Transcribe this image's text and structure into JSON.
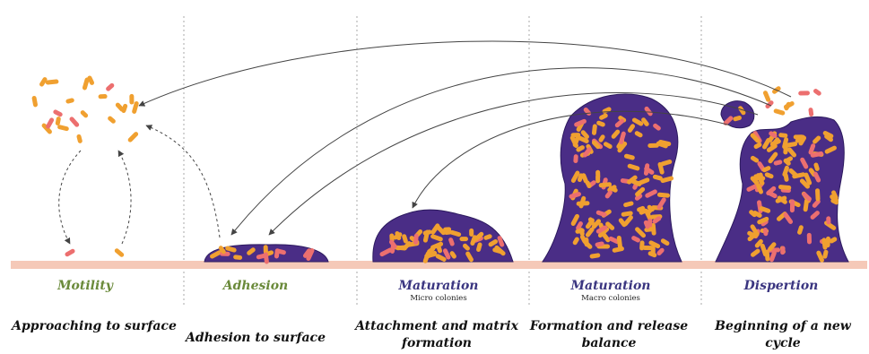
{
  "stages": [
    {
      "title": "Motility",
      "subtitle": "",
      "color": "#6a8a3a",
      "caption": "Approaching to surface"
    },
    {
      "title": "Adhesion",
      "subtitle": "",
      "color": "#6a8a3a",
      "caption": "Adhesion to surface"
    },
    {
      "title": "Maturation",
      "subtitle": "Micro colonies",
      "color": "#3a3580",
      "caption": "Attachment and matrix formation"
    },
    {
      "title": "Maturation",
      "subtitle": "Macro colonies",
      "color": "#3a3580",
      "caption": "Formation and release balance"
    },
    {
      "title": "Dispertion",
      "subtitle": "",
      "color": "#3a3580",
      "caption": "Beginning of a new cycle"
    }
  ],
  "colors": {
    "matrix": "#4a2d86",
    "matrix_edge": "#2c1a5e",
    "bacteria_orange": "#f0a030",
    "bacteria_pink": "#ec6f6f",
    "surface": "#f5c9b8",
    "divider": "#aaaaaa",
    "arrow": "#444444"
  }
}
